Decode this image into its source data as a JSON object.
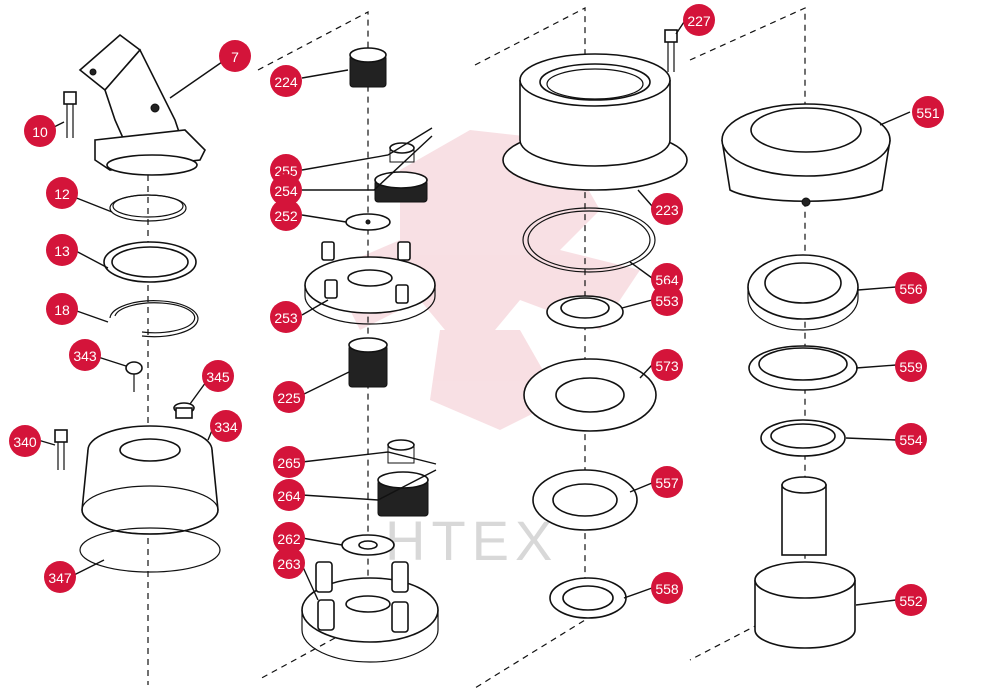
{
  "diagram": {
    "watermark_text": "HTEX",
    "colors": {
      "callout": "#d4143a",
      "watermark": "#f3c6cd",
      "line": "#111111"
    },
    "callouts": [
      {
        "id": "c7",
        "label": "7"
      },
      {
        "id": "c10",
        "label": "10"
      },
      {
        "id": "c12",
        "label": "12"
      },
      {
        "id": "c13",
        "label": "13"
      },
      {
        "id": "c18",
        "label": "18"
      },
      {
        "id": "c343",
        "label": "343"
      },
      {
        "id": "c345",
        "label": "345"
      },
      {
        "id": "c334",
        "label": "334"
      },
      {
        "id": "c340",
        "label": "340"
      },
      {
        "id": "c347",
        "label": "347"
      },
      {
        "id": "c224",
        "label": "224"
      },
      {
        "id": "c255",
        "label": "255"
      },
      {
        "id": "c254",
        "label": "254"
      },
      {
        "id": "c252",
        "label": "252"
      },
      {
        "id": "c253",
        "label": "253"
      },
      {
        "id": "c225",
        "label": "225"
      },
      {
        "id": "c265",
        "label": "265"
      },
      {
        "id": "c264",
        "label": "264"
      },
      {
        "id": "c262",
        "label": "262"
      },
      {
        "id": "c263",
        "label": "263"
      },
      {
        "id": "c227",
        "label": "227"
      },
      {
        "id": "c223",
        "label": "223"
      },
      {
        "id": "c564",
        "label": "564"
      },
      {
        "id": "c553",
        "label": "553"
      },
      {
        "id": "c573",
        "label": "573"
      },
      {
        "id": "c557",
        "label": "557"
      },
      {
        "id": "c558",
        "label": "558"
      },
      {
        "id": "c551",
        "label": "551"
      },
      {
        "id": "c556",
        "label": "556"
      },
      {
        "id": "c559",
        "label": "559"
      },
      {
        "id": "c554",
        "label": "554"
      },
      {
        "id": "c552",
        "label": "552"
      }
    ]
  }
}
